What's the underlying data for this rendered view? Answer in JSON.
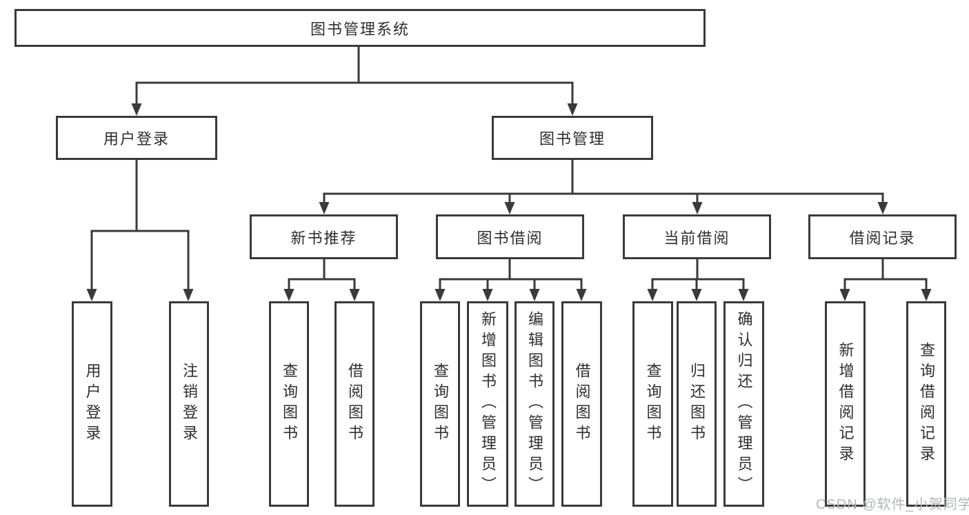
{
  "tree": {
    "label": "图书管理系统",
    "children": [
      {
        "label": "用户登录",
        "children": [
          {
            "label": "用户登录"
          },
          {
            "label": "注销登录"
          }
        ]
      },
      {
        "label": "图书管理",
        "children": [
          {
            "label": "新书推荐",
            "children": [
              {
                "label": "查询图书"
              },
              {
                "label": "借阅图书"
              }
            ]
          },
          {
            "label": "图书借阅",
            "children": [
              {
                "label": "查询图书"
              },
              {
                "label": "新增图书（管理员）"
              },
              {
                "label": "编辑图书（管理员）"
              },
              {
                "label": "借阅图书"
              }
            ]
          },
          {
            "label": "当前借阅",
            "children": [
              {
                "label": "查询图书"
              },
              {
                "label": "归还图书"
              },
              {
                "label": "确认归还（管理员）"
              }
            ]
          },
          {
            "label": "借阅记录",
            "children": [
              {
                "label": "新增借阅记录"
              },
              {
                "label": "查询借阅记录"
              }
            ]
          }
        ]
      }
    ]
  },
  "watermark": "CSDN @软件_小贺同学",
  "colors": {
    "line": "#3a3a3a",
    "text": "#2e2e2e",
    "watermark": "#b3b6bb",
    "canvas_bg": "#ffffff"
  }
}
